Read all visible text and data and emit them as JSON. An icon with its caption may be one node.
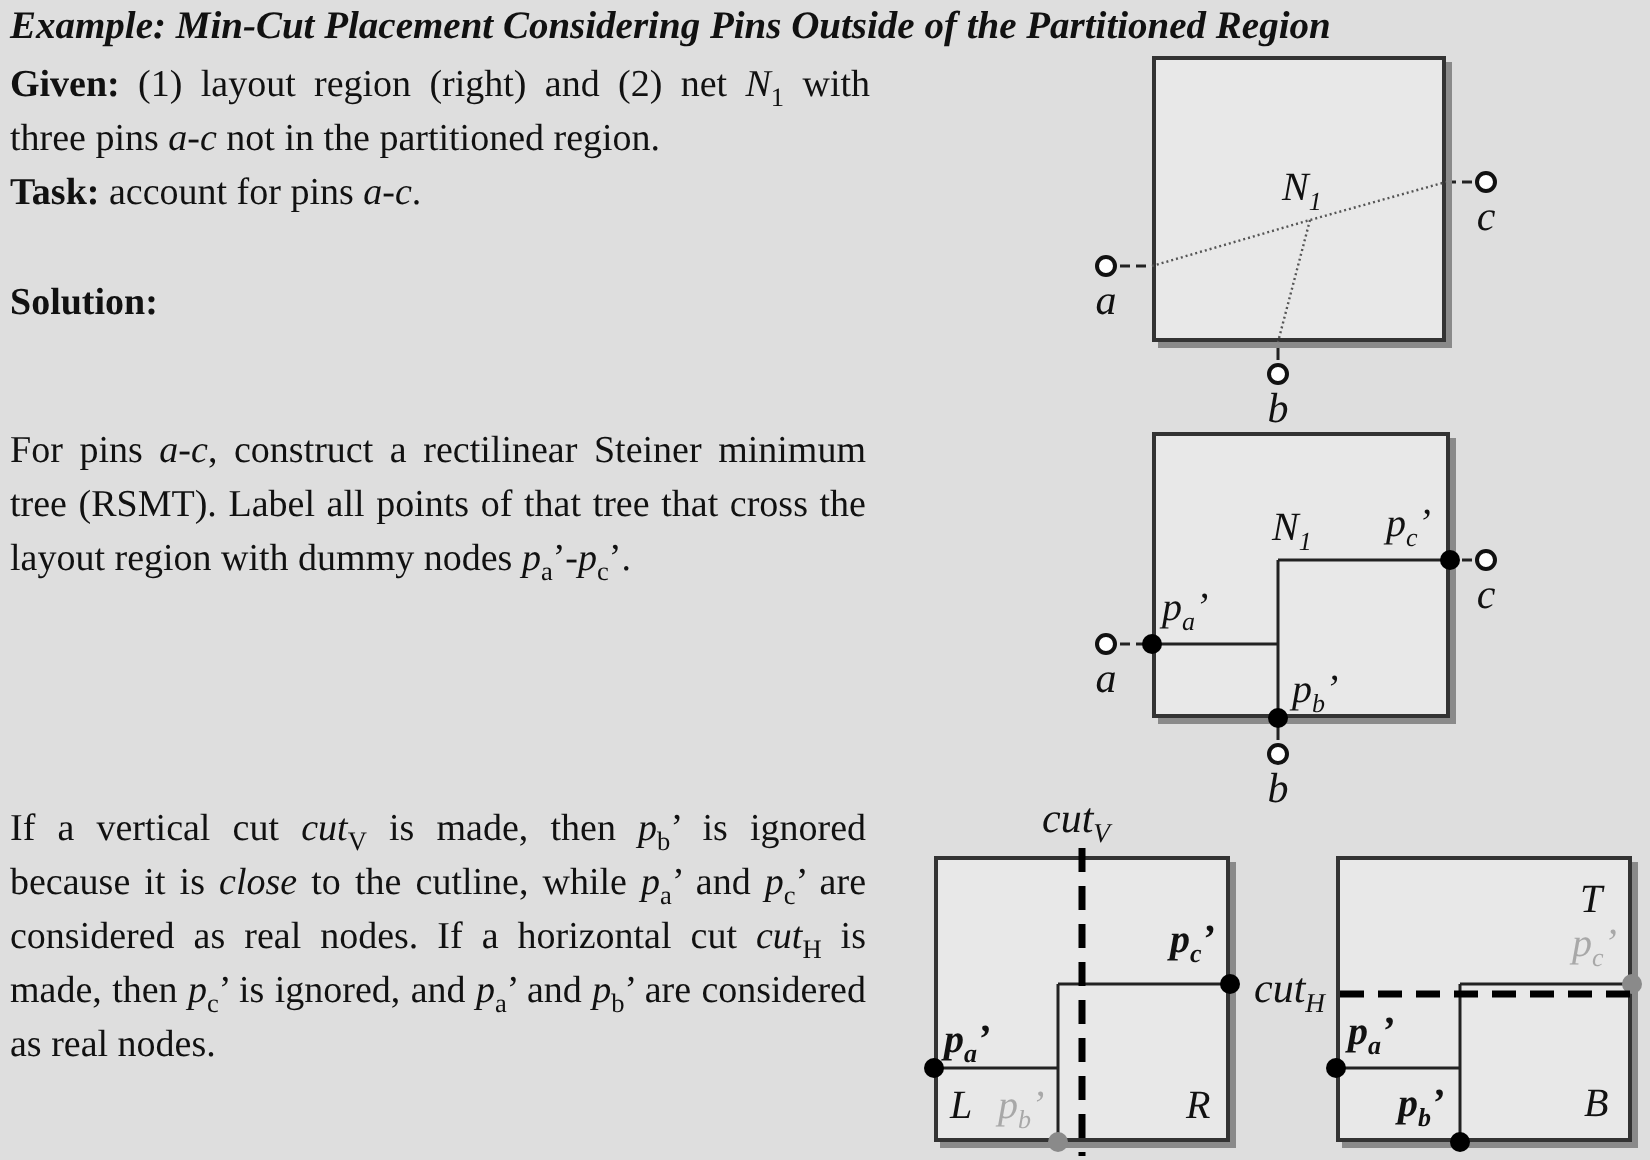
{
  "diagram": {
    "title": "Example: Min-Cut Placement Considering Pins Outside of the Partitioned Region",
    "nodes": [
      {
        "text": [
          "*N*$_{1}$"
        ]
      },
      {
        "text": [],
        "shape": "circle",
        "beside": [
          "a"
        ]
      },
      {
        "text": [],
        "shape": "circle",
        "beside": [
          "b"
        ]
      },
      {
        "text": [],
        "shape": "circle",
        "beside": [
          "c"
        ]
      },
      {
        "text": [
          "*N*$_{1}$",
          "*p*$_{c}$’",
          "*p*$_{a}$’",
          "*p*$_{b}$’"
        ]
      },
      {
        "text": [],
        "shape": "circle",
        "beside": [
          "a"
        ]
      },
      {
        "text": [],
        "shape": "circle",
        "beside": [
          "b"
        ]
      },
      {
        "text": [],
        "shape": "circle",
        "beside": [
          "c"
        ]
      },
      {
        "text": [
          "*p*$_{c}$’",
          "*p*$_{a}$’",
          "L",
          "*p*$_{b}$’",
          "R"
        ]
      },
      {
        "text": [
          "T",
          "*p*$_{c}$’",
          "*p*$_{a}$’",
          "*p*$_{b}$’",
          "B"
        ]
      }
    ],
    "edges": [
      {
        "from": 1,
        "to": 0,
        "arrow": "none",
        "style": "dashed"
      },
      {
        "from": 2,
        "to": 0,
        "arrow": "none"
      },
      {
        "from": 3,
        "to": 0,
        "arrow": "none",
        "style": "dashed"
      },
      {
        "from": 5,
        "to": 4,
        "arrow": "none",
        "style": "dashed"
      },
      {
        "from": 6,
        "to": 4,
        "arrow": "none"
      },
      {
        "from": 7,
        "to": 4,
        "arrow": "none",
        "style": "dashed"
      }
    ],
    "labels": [
      "**Given:** (1) layout region (right) and (2) net *N*$_{1}$ with three pins *a*-*c* not in the partitioned region.",
      "**Task:** account for pins *a*-*c*.",
      "Solution:",
      "For pins *a*-*c*, construct a rectilinear Steiner minimum tree (RSMT). Label all points of that tree that cross the layout region with dummy nodes *p*$_{a}$’-*p*$_{c}$’.",
      "If a vertical cut *cut*$_{V}$ is made, then *p*$_{b}$’ is ignored because it is *close* to the cutline, while *p*$_{a}$’ and *p*$_{c}$’ are considered as real nodes. If a horizontal cut *cut*$_{H}$ is made, then *p*$_{c}$’ is ignored, and *p*$_{a}$’ and *p*$_{b}$’ are considered as real nodes.",
      "*cut*$_{V}$",
      "*cut*$_{H}$"
    ]
  }
}
